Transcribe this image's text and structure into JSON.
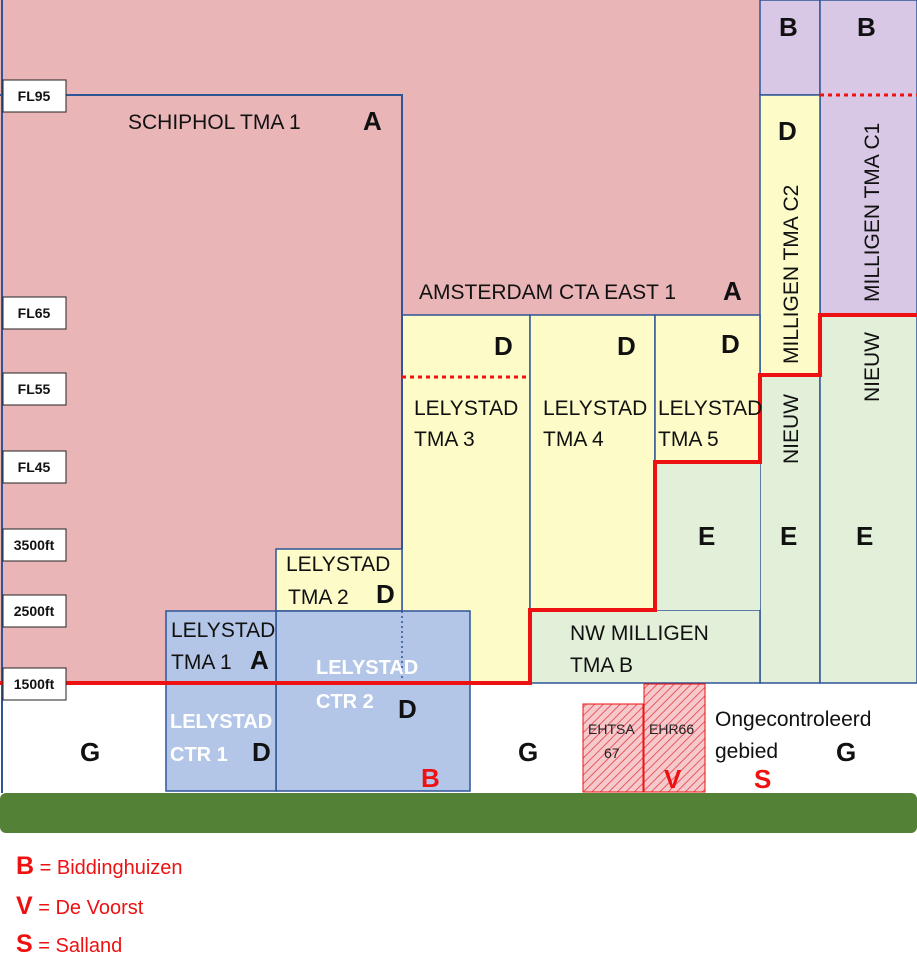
{
  "levels": [
    "FL95",
    "FL65",
    "FL55",
    "FL45",
    "3500ft",
    "2500ft",
    "1500ft"
  ],
  "zones": {
    "schiphol": {
      "name": "SCHIPHOL TMA 1",
      "class": "A"
    },
    "amsterdam": {
      "name": "AMSTERDAM CTA EAST 1",
      "class": "A"
    },
    "lelystad_tma3": {
      "line1": "LELYSTAD",
      "line2": "TMA 3",
      "class": "D"
    },
    "lelystad_tma4": {
      "line1": "LELYSTAD",
      "line2": "TMA 4",
      "class": "D"
    },
    "lelystad_tma5": {
      "line1": "LELYSTAD",
      "line2": "TMA 5",
      "class": "D"
    },
    "lelystad_tma2": {
      "line1": "LELYSTAD",
      "line2": "TMA 2",
      "class": "D"
    },
    "lelystad_tma1": {
      "line1": "LELYSTAD",
      "line2": "TMA 1",
      "class": "A"
    },
    "lelystad_ctr2": {
      "line1": "LELYSTAD",
      "line2": "CTR 2",
      "class": "D"
    },
    "lelystad_ctr1": {
      "line1": "LELYSTAD",
      "line2": "CTR 1",
      "class": "D"
    },
    "nw_milligen": {
      "line1": "NW MILLIGEN",
      "line2": "TMA B",
      "class": "E"
    },
    "milligen_c2": {
      "name": "NIEUW MILLIGEN TMA C2",
      "part1": "NIEUW",
      "part2": "MILLIGEN TMA C2",
      "upper_class": "B",
      "class": "D",
      "lower_class": "E"
    },
    "milligen_c1": {
      "name": "NIEUW MILLIGEN TMA C1",
      "part1": "NIEUW",
      "part2": "MILLIGEN TMA C1",
      "upper_class": "B",
      "lower_class": "E"
    },
    "ehtsa": {
      "line1": "EHTSA",
      "line2": "67"
    },
    "ehr66": {
      "name": "EHR66",
      "marker": "V"
    },
    "uncontrolled": {
      "line1": "Ongecontroleerd",
      "line2": "gebied",
      "marker": "S"
    },
    "ctr2_marker": "B",
    "class_g": "G"
  },
  "legend": [
    {
      "key": "B",
      "text": "= Biddinghuizen"
    },
    {
      "key": "V",
      "text": "= De Voorst"
    },
    {
      "key": "S",
      "text": "= Salland"
    }
  ],
  "colors": {
    "schiphol": "#e9b5b7",
    "lelystad": "#fdfcc8",
    "ctr": "#b3c6e7",
    "milligen_e": "#e2efd9",
    "class_b": "#d9c7e6",
    "ground": "#538135",
    "boundary_blue": "#2f5597",
    "boundary_red": "#ee1111"
  }
}
